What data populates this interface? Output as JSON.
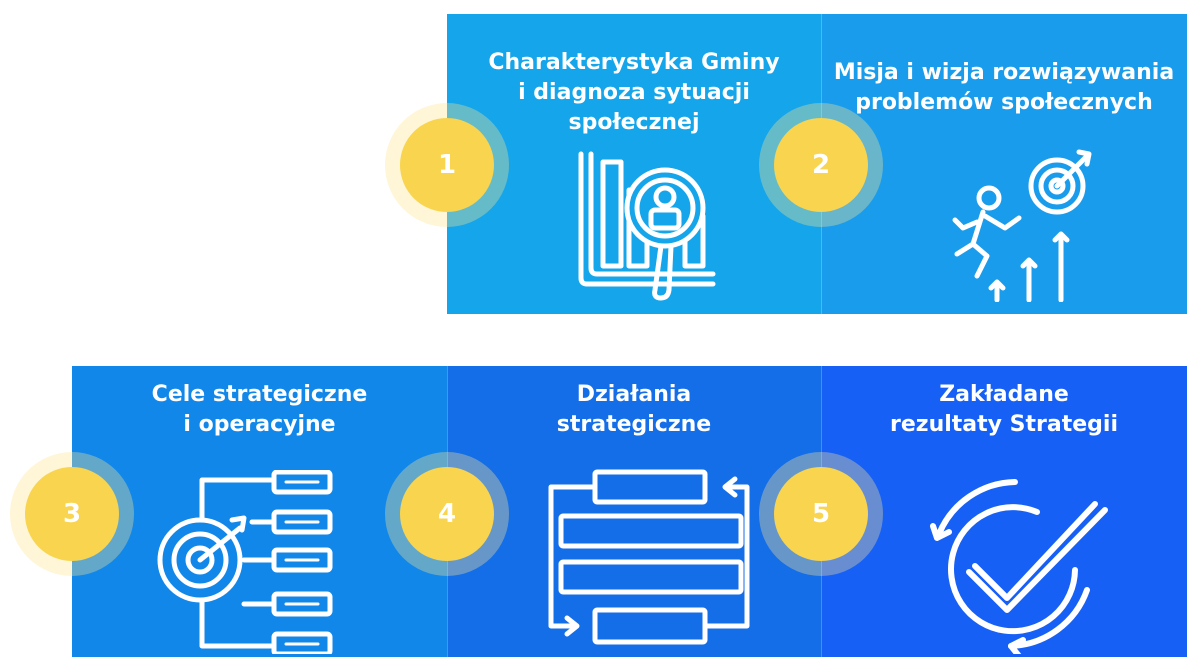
{
  "steps": [
    {
      "number": "1",
      "lines": [
        "Charakterystyka Gminy",
        "i diagnoza sytuacji",
        "społecznej"
      ],
      "icon": "chart-magnifier-person-icon",
      "color": "#15a5ea"
    },
    {
      "number": "2",
      "lines": [
        "Misja i wizja rozwiązywania",
        "problemów społecznych"
      ],
      "icon": "runner-target-arrows-icon",
      "color": "#1a9cec"
    },
    {
      "number": "3",
      "lines": [
        "Cele strategiczne",
        "i operacyjne"
      ],
      "icon": "target-hierarchy-icon",
      "color": "#1187ea"
    },
    {
      "number": "4",
      "lines": [
        "Działania",
        "strategiczne"
      ],
      "icon": "process-flow-icon",
      "color": "#146ee8"
    },
    {
      "number": "5",
      "lines": [
        "Zakładane",
        "rezultaty Strategii"
      ],
      "icon": "check-cycle-icon",
      "color": "#1760f6"
    }
  ]
}
